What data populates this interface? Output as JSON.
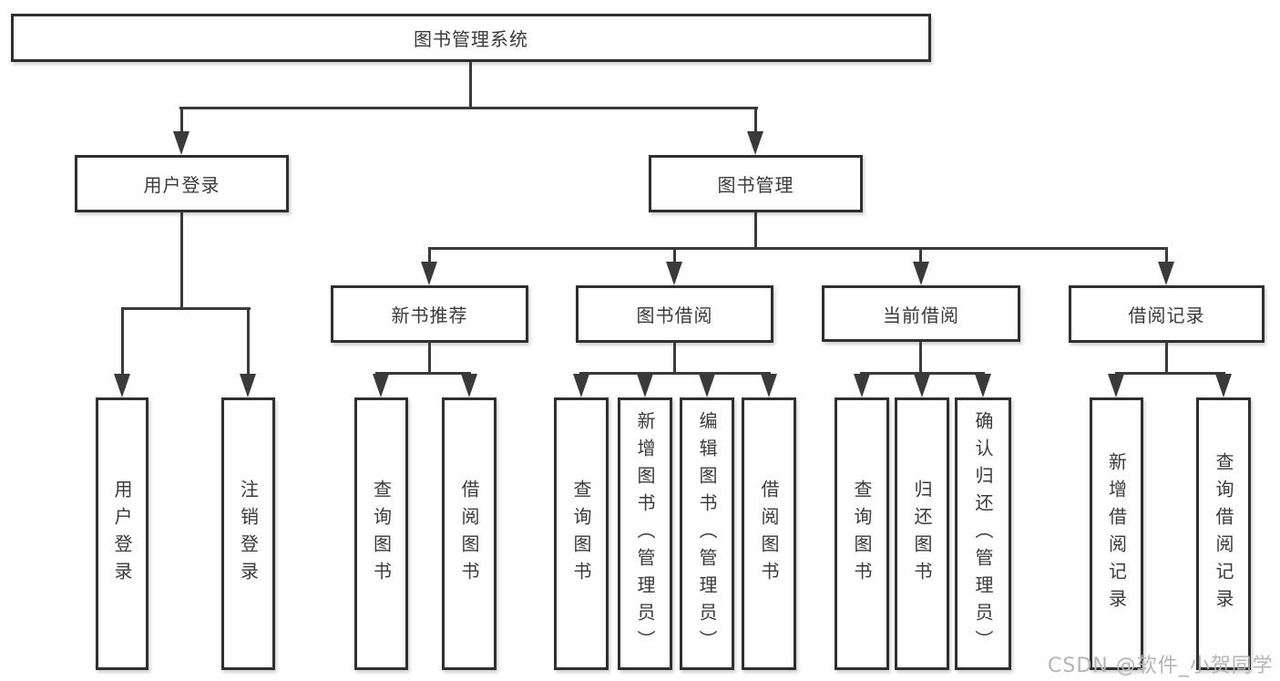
{
  "diagram": {
    "root": {
      "label": "图书管理系统"
    },
    "branches": [
      {
        "label": "用户登录",
        "children": [
          {
            "label": "用户登录"
          },
          {
            "label": "注销登录"
          }
        ]
      },
      {
        "label": "图书管理",
        "children": [
          {
            "label": "新书推荐",
            "children": [
              {
                "label": "查询图书"
              },
              {
                "label": "借阅图书"
              }
            ]
          },
          {
            "label": "图书借阅",
            "children": [
              {
                "label": "查询图书"
              },
              {
                "label": "新增图书（管理员）"
              },
              {
                "label": "编辑图书（管理员）"
              },
              {
                "label": "借阅图书"
              }
            ]
          },
          {
            "label": "当前借阅",
            "children": [
              {
                "label": "查询图书"
              },
              {
                "label": "归还图书"
              },
              {
                "label": "确认归还（管理员）"
              }
            ]
          },
          {
            "label": "借阅记录",
            "children": [
              {
                "label": "新增借阅记录"
              },
              {
                "label": "查询借阅记录"
              }
            ]
          }
        ]
      }
    ]
  },
  "watermark": {
    "text": "CSDN @软件_小贺同学"
  },
  "colors": {
    "line": "#3a3a3a",
    "box_border": "#2f2f2f",
    "text": "#3a3a3a",
    "watermark": "#b4b4b4",
    "background": "#ffffff"
  }
}
